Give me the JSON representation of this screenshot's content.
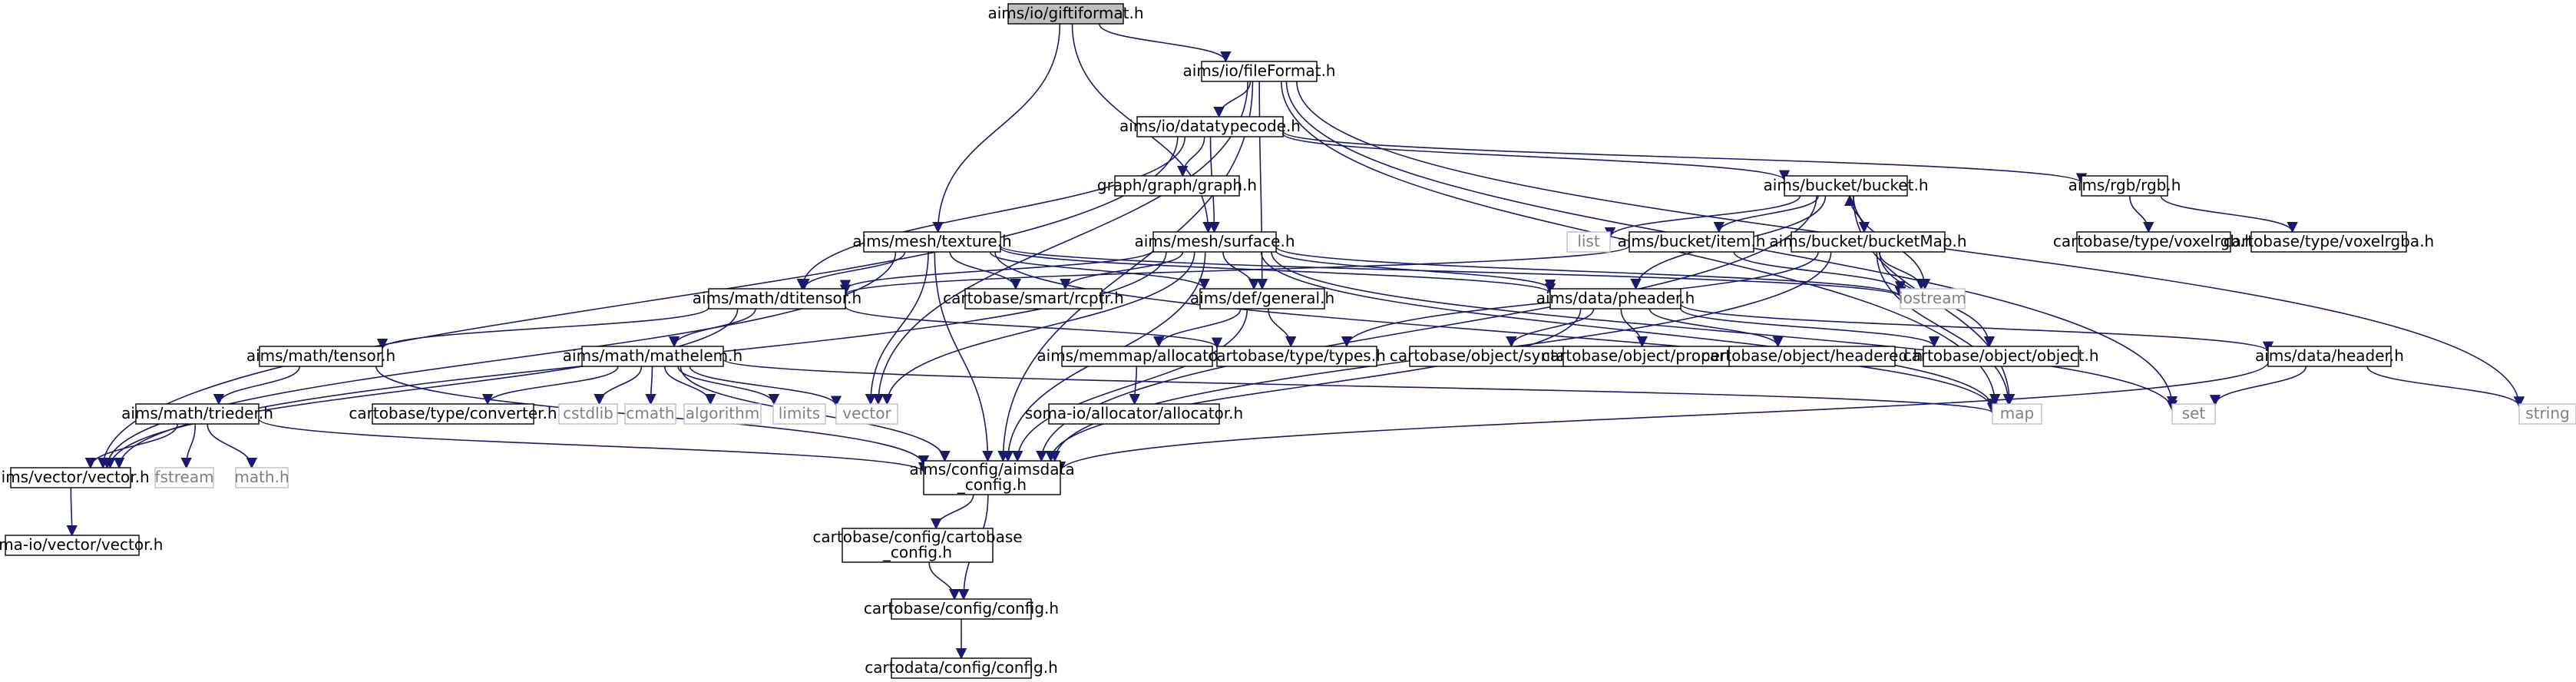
{
  "nodes": [
    {
      "id": "giftiformat",
      "label": "aims/io/giftiformat.h",
      "style": "root"
    },
    {
      "id": "fileformat",
      "label": "aims/io/fileFormat.h",
      "style": "normal"
    },
    {
      "id": "datatypecode",
      "label": "aims/io/datatypecode.h",
      "style": "normal"
    },
    {
      "id": "graph",
      "label": "graph/graph/graph.h",
      "style": "normal"
    },
    {
      "id": "bucket",
      "label": "aims/bucket/bucket.h",
      "style": "normal"
    },
    {
      "id": "rgb",
      "label": "aims/rgb/rgb.h",
      "style": "normal"
    },
    {
      "id": "voxelrgb",
      "label": "cartobase/type/voxelrgb.h",
      "style": "normal"
    },
    {
      "id": "voxelrgba",
      "label": "cartobase/type/voxelrgba.h",
      "style": "normal"
    },
    {
      "id": "list",
      "label": "list",
      "style": "ghost"
    },
    {
      "id": "item",
      "label": "aims/bucket/item.h",
      "style": "normal"
    },
    {
      "id": "bucketmap",
      "label": "aims/bucket/bucketMap.h",
      "style": "normal"
    },
    {
      "id": "texture",
      "label": "aims/mesh/texture.h",
      "style": "normal"
    },
    {
      "id": "surface",
      "label": "aims/mesh/surface.h",
      "style": "normal"
    },
    {
      "id": "iostream",
      "label": "iostream",
      "style": "ghost"
    },
    {
      "id": "rcptr",
      "label": "cartobase/smart/rcptr.h",
      "style": "normal"
    },
    {
      "id": "dtitensor",
      "label": "aims/math/dtitensor.h",
      "style": "normal"
    },
    {
      "id": "general",
      "label": "aims/def/general.h",
      "style": "normal"
    },
    {
      "id": "pheader",
      "label": "aims/data/pheader.h",
      "style": "normal"
    },
    {
      "id": "tensor",
      "label": "aims/math/tensor.h",
      "style": "normal"
    },
    {
      "id": "mathelem",
      "label": "aims/math/mathelem.h",
      "style": "normal"
    },
    {
      "id": "allocator",
      "label": "aims/memmap/allocator.h",
      "style": "normal"
    },
    {
      "id": "types",
      "label": "cartobase/type/types.h",
      "style": "normal"
    },
    {
      "id": "syntax",
      "label": "cartobase/object/syntax.h",
      "style": "normal"
    },
    {
      "id": "property",
      "label": "cartobase/object/property.h",
      "style": "normal"
    },
    {
      "id": "headered",
      "label": "cartobase/object/headered.h",
      "style": "normal"
    },
    {
      "id": "object",
      "label": "cartobase/object/object.h",
      "style": "normal"
    },
    {
      "id": "header",
      "label": "aims/data/header.h",
      "style": "normal"
    },
    {
      "id": "converter",
      "label": "cartobase/type/converter.h",
      "style": "normal"
    },
    {
      "id": "cstdlib",
      "label": "cstdlib",
      "style": "ghost"
    },
    {
      "id": "cmath",
      "label": "cmath",
      "style": "ghost"
    },
    {
      "id": "algorithm",
      "label": "algorithm",
      "style": "ghost"
    },
    {
      "id": "limits",
      "label": "limits",
      "style": "ghost"
    },
    {
      "id": "vector",
      "label": "vector",
      "style": "ghost"
    },
    {
      "id": "map",
      "label": "map",
      "style": "ghost"
    },
    {
      "id": "set",
      "label": "set",
      "style": "ghost"
    },
    {
      "id": "string",
      "label": "string",
      "style": "ghost"
    },
    {
      "id": "trieder",
      "label": "aims/math/trieder.h",
      "style": "normal"
    },
    {
      "id": "soma_allocator",
      "label": "soma-io/allocator/allocator.h",
      "style": "normal"
    },
    {
      "id": "aimsvector",
      "label": "aims/vector/vector.h",
      "style": "normal"
    },
    {
      "id": "fstream",
      "label": "fstream",
      "style": "ghost"
    },
    {
      "id": "mathh",
      "label": "math.h",
      "style": "ghost"
    },
    {
      "id": "aimsdata_config",
      "label": "aims/config/aimsdata\n_config.h",
      "style": "normal"
    },
    {
      "id": "soma_vector",
      "label": "soma-io/vector/vector.h",
      "style": "normal"
    },
    {
      "id": "cartobase_config",
      "label": "cartobase/config/cartobase\n_config.h",
      "style": "normal"
    },
    {
      "id": "config",
      "label": "cartobase/config/config.h",
      "style": "normal"
    },
    {
      "id": "cartodata_config",
      "label": "cartodata/config/config.h",
      "style": "normal"
    }
  ],
  "edges": [
    [
      "giftiformat",
      "fileformat"
    ],
    [
      "giftiformat",
      "texture"
    ],
    [
      "giftiformat",
      "surface"
    ],
    [
      "fileformat",
      "datatypecode"
    ],
    [
      "fileformat",
      "general"
    ],
    [
      "fileformat",
      "vector"
    ],
    [
      "fileformat",
      "aimsdata_config"
    ],
    [
      "fileformat",
      "map"
    ],
    [
      "fileformat",
      "set"
    ],
    [
      "fileformat",
      "string"
    ],
    [
      "datatypecode",
      "graph"
    ],
    [
      "datatypecode",
      "bucket"
    ],
    [
      "datatypecode",
      "rgb"
    ],
    [
      "datatypecode",
      "surface"
    ],
    [
      "datatypecode",
      "dtitensor"
    ],
    [
      "datatypecode",
      "aimsvector"
    ],
    [
      "rgb",
      "voxelrgb"
    ],
    [
      "rgb",
      "voxelrgba"
    ],
    [
      "bucket",
      "list"
    ],
    [
      "bucket",
      "item"
    ],
    [
      "bucket",
      "bucketmap"
    ],
    [
      "bucket",
      "pheader"
    ],
    [
      "bucket",
      "iostream"
    ],
    [
      "bucket",
      "map"
    ],
    [
      "bucket",
      "aimsdata_config"
    ],
    [
      "bucketmap",
      "bucket"
    ],
    [
      "bucketmap",
      "iostream"
    ],
    [
      "bucketmap",
      "types"
    ],
    [
      "bucketmap",
      "object"
    ],
    [
      "bucketmap",
      "map"
    ],
    [
      "bucketmap",
      "aimsdata_config"
    ],
    [
      "item",
      "iostream"
    ],
    [
      "item",
      "dtitensor"
    ],
    [
      "texture",
      "rcptr"
    ],
    [
      "texture",
      "dtitensor"
    ],
    [
      "texture",
      "general"
    ],
    [
      "texture",
      "pheader"
    ],
    [
      "texture",
      "vector"
    ],
    [
      "texture",
      "aimsvector"
    ],
    [
      "texture",
      "aimsdata_config"
    ],
    [
      "texture",
      "map"
    ],
    [
      "texture",
      "iostream"
    ],
    [
      "surface",
      "rcptr"
    ],
    [
      "surface",
      "general"
    ],
    [
      "surface",
      "pheader"
    ],
    [
      "surface",
      "dtitensor"
    ],
    [
      "surface",
      "vector"
    ],
    [
      "surface",
      "aimsdata_config"
    ],
    [
      "surface",
      "aimsvector"
    ],
    [
      "surface",
      "iostream"
    ],
    [
      "surface",
      "set"
    ],
    [
      "surface",
      "map"
    ],
    [
      "dtitensor",
      "tensor"
    ],
    [
      "dtitensor",
      "mathelem"
    ],
    [
      "dtitensor",
      "types"
    ],
    [
      "dtitensor",
      "aimsvector"
    ],
    [
      "general",
      "allocator"
    ],
    [
      "general",
      "types"
    ],
    [
      "general",
      "aimsdata_config"
    ],
    [
      "pheader",
      "syntax"
    ],
    [
      "pheader",
      "property"
    ],
    [
      "pheader",
      "headered"
    ],
    [
      "pheader",
      "object"
    ],
    [
      "pheader",
      "header"
    ],
    [
      "pheader",
      "aimsdata_config"
    ],
    [
      "tensor",
      "trieder"
    ],
    [
      "tensor",
      "aimsdata_config"
    ],
    [
      "mathelem",
      "converter"
    ],
    [
      "mathelem",
      "cstdlib"
    ],
    [
      "mathelem",
      "cmath"
    ],
    [
      "mathelem",
      "algorithm"
    ],
    [
      "mathelem",
      "limits"
    ],
    [
      "mathelem",
      "vector"
    ],
    [
      "mathelem",
      "map"
    ],
    [
      "mathelem",
      "aimsdata_config"
    ],
    [
      "allocator",
      "soma_allocator"
    ],
    [
      "header",
      "set"
    ],
    [
      "header",
      "string"
    ],
    [
      "header",
      "aimsdata_config"
    ],
    [
      "trieder",
      "aimsvector"
    ],
    [
      "trieder",
      "fstream"
    ],
    [
      "trieder",
      "mathh"
    ],
    [
      "trieder",
      "aimsdata_config"
    ],
    [
      "aimsvector",
      "soma_vector"
    ],
    [
      "aimsdata_config",
      "cartobase_config"
    ],
    [
      "aimsdata_config",
      "config"
    ],
    [
      "cartobase_config",
      "config"
    ],
    [
      "config",
      "cartodata_config"
    ]
  ],
  "colors": {
    "root_fill": "#bfbfbf",
    "node_stroke": "#000000",
    "ghost_stroke": "#bfbfbf",
    "ghost_text": "#808080",
    "edge": "#191970"
  }
}
